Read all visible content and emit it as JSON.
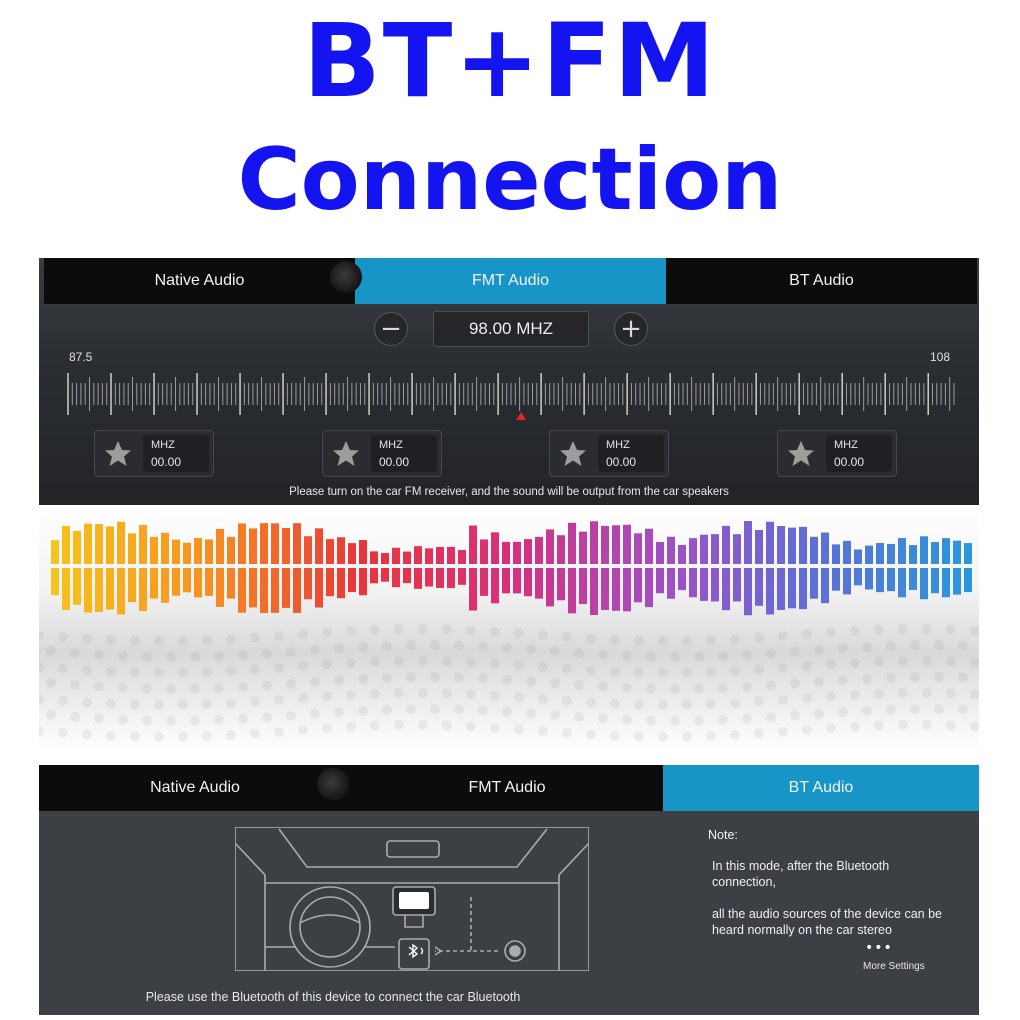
{
  "headline": {
    "line1": "BT+FM",
    "line2": "Connection",
    "color": "#1414f0"
  },
  "fm_panel": {
    "tabs": [
      {
        "label": "Native Audio",
        "active": false
      },
      {
        "label": "FMT Audio",
        "active": true
      },
      {
        "label": "BT Audio",
        "active": false
      }
    ],
    "decrease_symbol": "−",
    "increase_symbol": "+",
    "frequency": "98.00 MHZ",
    "scale_min_label": "87.5",
    "scale_max_label": "108",
    "scale_min": 87.5,
    "scale_max": 108,
    "tuned_value": 98.0,
    "presets": [
      {
        "unit": "MHZ",
        "value": "00.00",
        "icon": "star-icon"
      },
      {
        "unit": "MHZ",
        "value": "00.00",
        "icon": "star-icon"
      },
      {
        "unit": "MHZ",
        "value": "00.00",
        "icon": "star-icon"
      },
      {
        "unit": "MHZ",
        "value": "00.00",
        "icon": "star-icon"
      }
    ],
    "hint": "Please turn on the car FM receiver, and the sound will be output from the car speakers"
  },
  "bt_panel": {
    "tabs": [
      {
        "label": "Native Audio",
        "active": false
      },
      {
        "label": "FMT Audio",
        "active": false
      },
      {
        "label": "BT Audio",
        "active": true
      }
    ],
    "note_title": "Note:",
    "note_line1": "In this mode, after the Bluetooth connection,",
    "note_line2": "all the audio sources of the device can be heard normally on the car stereo",
    "more_icon": "more-dots-icon",
    "more_label": "More Settings",
    "hint": "Please use the Bluetooth of this device to connect the car Bluetooth"
  },
  "colors": {
    "accent_tab": "#1795c6",
    "bar_gradient": [
      "#f6c21d",
      "#f7901f",
      "#e8363a",
      "#d6307d",
      "#a14fc4",
      "#5d6fd6",
      "#2a97dc"
    ]
  }
}
